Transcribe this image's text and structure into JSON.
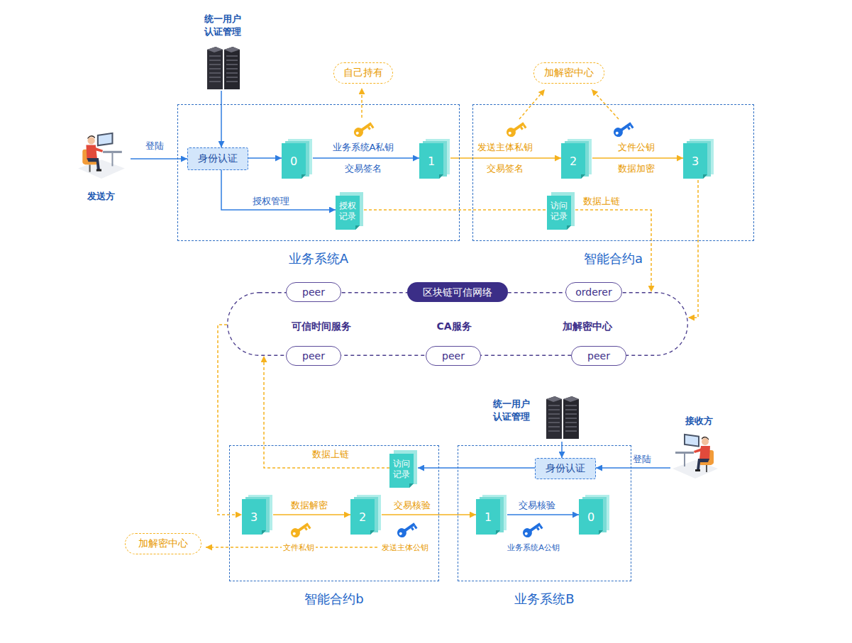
{
  "diagram": {
    "nodes": [
      {
        "text": [
          "统一用户 认证管理"
        ]
      },
      {
        "text": [
          "发送方"
        ]
      },
      {
        "text": [
          "业务系统A"
        ]
      },
      {
        "text": [
          "身份认证"
        ],
        "in": 2
      },
      {
        "text": [
          "0"
        ],
        "in": 2
      },
      {
        "text": [
          "1"
        ],
        "in": 2
      },
      {
        "text": [
          "授权记录"
        ],
        "in": 2
      },
      {
        "text": [
          "自己持有"
        ]
      },
      {
        "text": [
          "智能合约a"
        ]
      },
      {
        "text": [
          "2"
        ],
        "in": 8
      },
      {
        "text": [
          "3"
        ],
        "in": 8
      },
      {
        "text": [
          "访问记录"
        ],
        "in": 8
      },
      {
        "text": [
          "加解密中心"
        ]
      },
      {
        "text": [
          "区块链可信网络",
          "可信时间服务",
          "CA服务",
          "加解密中心"
        ]
      },
      {
        "text": [
          "peer"
        ],
        "in": 13
      },
      {
        "text": [
          "orderer"
        ],
        "in": 13
      },
      {
        "text": [
          "peer"
        ],
        "in": 13
      },
      {
        "text": [
          "peer"
        ],
        "in": 13
      },
      {
        "text": [
          "peer"
        ],
        "in": 13
      },
      {
        "text": [
          "统一用户 认证管理"
        ]
      },
      {
        "text": [
          "接收方"
        ]
      },
      {
        "text": [
          "智能合约b"
        ]
      },
      {
        "text": [
          "访问记录"
        ],
        "in": 21
      },
      {
        "text": [
          "3"
        ],
        "in": 21
      },
      {
        "text": [
          "2"
        ],
        "in": 21
      },
      {
        "text": [
          "加解密中心"
        ]
      },
      {
        "text": [
          "业务系统B"
        ]
      },
      {
        "text": [
          "身份认证"
        ],
        "in": 26
      },
      {
        "text": [
          "1"
        ],
        "in": 26
      },
      {
        "text": [
          "0"
        ],
        "in": 26
      }
    ],
    "edges": [
      {
        "from": 0,
        "to": 3,
        "arrow": "to"
      },
      {
        "from": 1,
        "to": 3,
        "label": "登陆",
        "arrow": "to"
      },
      {
        "from": 3,
        "to": 4,
        "arrow": "to"
      },
      {
        "from": 4,
        "to": 5,
        "label": "业务系统A私钥 交易签名",
        "arrow": "to"
      },
      {
        "from": 3,
        "to": 6,
        "label": "授权管理",
        "arrow": "to"
      },
      {
        "from": 5,
        "to": 9,
        "label": "发送主体私钥 交易签名",
        "arrow": "to"
      },
      {
        "from": 9,
        "to": 10,
        "label": "文件公钥 数据加密",
        "arrow": "to"
      },
      {
        "from": 6,
        "to": 11,
        "arrow": "none"
      },
      {
        "from": 11,
        "to": 13,
        "label": "数据上链",
        "arrow": "to"
      },
      {
        "from": 10,
        "to": 13,
        "arrow": "to"
      },
      {
        "from": 20,
        "to": 27,
        "label": "登陆",
        "arrow": "to"
      },
      {
        "from": 19,
        "to": 27,
        "arrow": "to"
      },
      {
        "from": 27,
        "to": 22,
        "arrow": "to"
      },
      {
        "from": 22,
        "to": 13,
        "label": "数据上链",
        "arrow": "to"
      },
      {
        "from": 13,
        "to": 23,
        "arrow": "to"
      },
      {
        "from": 23,
        "to": 24,
        "label": "数据解密",
        "arrow": "to"
      },
      {
        "from": 24,
        "to": 28,
        "label": "交易核验",
        "arrow": "to"
      },
      {
        "from": 28,
        "to": 29,
        "label": "交易核验",
        "arrow": "to"
      }
    ],
    "labels": [
      "文件私钥",
      "发送主体公钥",
      "业务系统A公钥"
    ]
  }
}
